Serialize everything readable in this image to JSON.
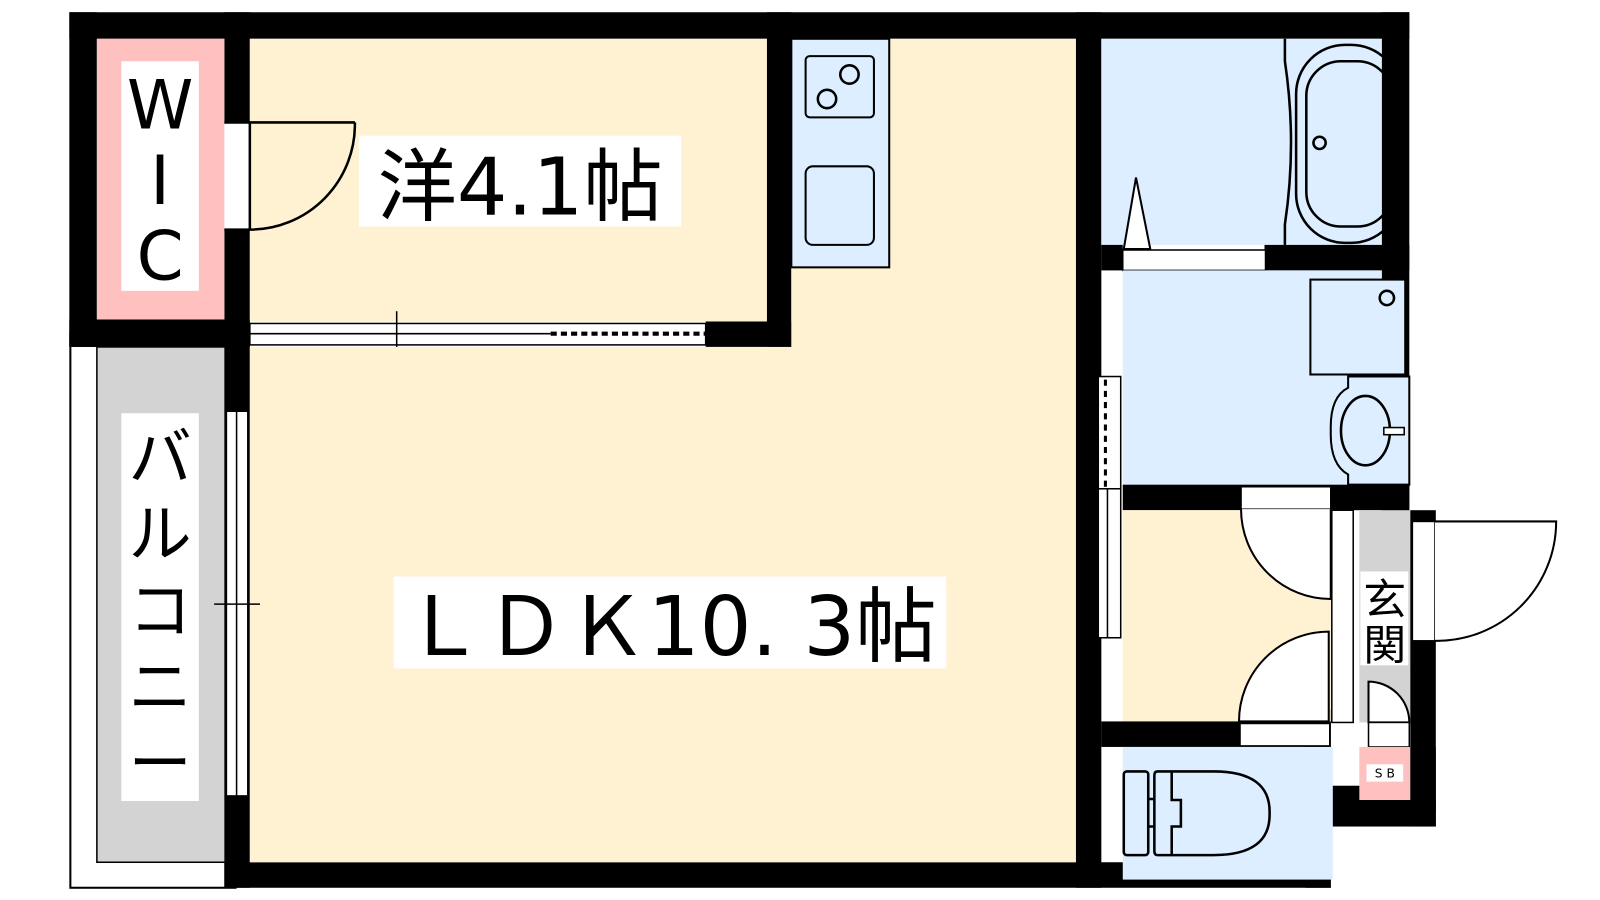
{
  "colors": {
    "wall": "#000000",
    "room_floor": "#FFF2D2",
    "wet_area": "#DCEEFF",
    "wic": "#FFC0C0",
    "balcony": "#D3D3D3",
    "entrance": "#D3D3D3",
    "shoe_box": "#FFC0C0"
  },
  "rooms": {
    "wic": {
      "letters": [
        "W",
        "I",
        "C"
      ]
    },
    "western_room": {
      "label": "洋4.1帖"
    },
    "ldk": {
      "label": "ＬＤＫ10. 3帖"
    },
    "balcony": {
      "letters": [
        "バ",
        "ル",
        "コ",
        "ニ",
        "ー"
      ]
    },
    "entrance": {
      "letters": [
        "玄",
        "関"
      ]
    },
    "shoe_box": {
      "label": "S B"
    }
  }
}
